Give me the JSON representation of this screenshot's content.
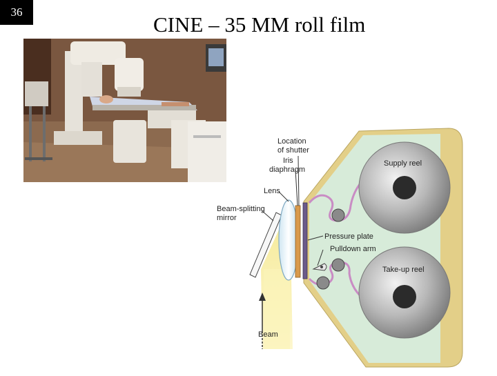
{
  "slide": {
    "number": "36",
    "title": "CINE – 35 MM roll film"
  },
  "photo": {
    "subject": "angiography-room-photo"
  },
  "diagram": {
    "labels": {
      "location_of_shutter_1": "Location",
      "location_of_shutter_2": "of shutter",
      "iris_1": "Iris",
      "iris_2": "diaphragm",
      "lens": "Lens",
      "mirror_1": "Beam-splitting",
      "mirror_2": "mirror",
      "pressure_plate": "Pressure plate",
      "pulldown_arm": "Pulldown arm",
      "supply_reel": "Supply reel",
      "takeup_reel": "Take-up reel",
      "beam": "Beam"
    }
  }
}
